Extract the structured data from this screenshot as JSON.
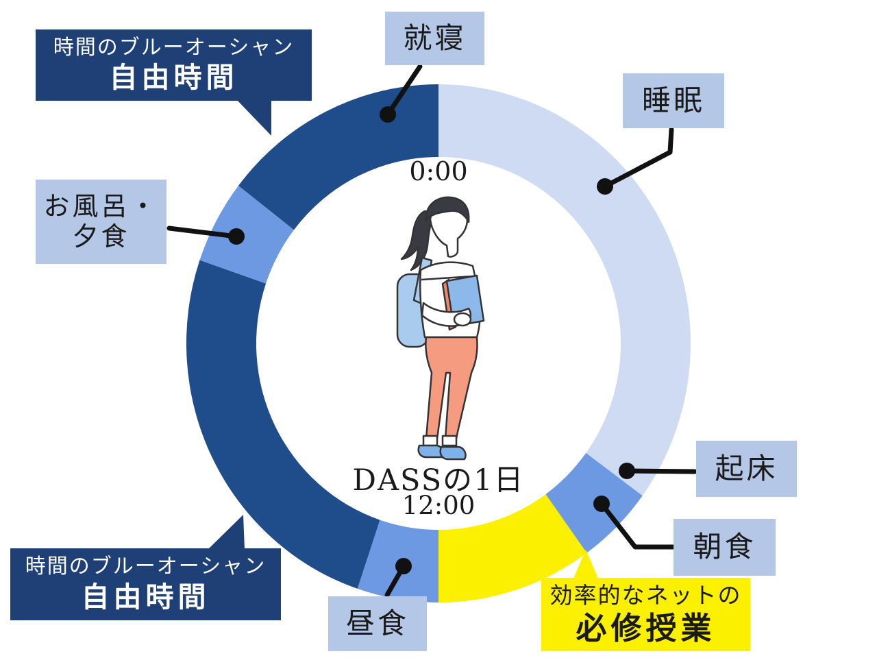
{
  "colors": {
    "label_bg": "#B4C7E7",
    "callout_navy": "#1E4077",
    "callout_yellow": "#FBF000",
    "leader_line": "#111111",
    "segment_navy": "#1F4C8B",
    "segment_medium_blue": "#6D99E2",
    "segment_periwinkle": "#CFDBF3",
    "segment_yellow": "#FBF000"
  },
  "center": {
    "clock_top": "0:00",
    "title": "DASSの1日",
    "clock_bottom": "12:00"
  },
  "labels": {
    "bedtime": "就寝",
    "sleep": "睡眠",
    "wake": "起床",
    "breakfast": "朝食",
    "lunch": "昼食",
    "bath_dinner_line1": "お風呂・",
    "bath_dinner_line2": "夕食",
    "free_time_line1": "時間のブルーオーシャン",
    "free_time_line2": "自由時間",
    "classes_line1": "効率的なネットの",
    "classes_line2": "必修授業"
  },
  "chart_data": {
    "type": "pie",
    "subtype": "donut-24h-clock",
    "title": "DASSの1日",
    "clock_top_label": "0:00",
    "clock_bottom_label": "12:00",
    "orientation": "0:00 at top, hours advance clockwise, 15 degrees per hour",
    "units": "hours (24h)",
    "segments": [
      {
        "id": "sleep",
        "label": "睡眠",
        "start": 0,
        "end": 8.4,
        "hours": 8.4,
        "color": "#CFDBF3"
      },
      {
        "id": "wake-breakfast",
        "label": "起床・朝食",
        "start": 8.4,
        "end": 9.6,
        "hours": 1.2,
        "color": "#6D99E2"
      },
      {
        "id": "online-classes",
        "label": "効率的なネットの必修授業",
        "start": 9.6,
        "end": 12,
        "hours": 2.4,
        "color": "#FBF000"
      },
      {
        "id": "lunch",
        "label": "昼食",
        "start": 12,
        "end": 13.25,
        "hours": 1.25,
        "color": "#6D99E2"
      },
      {
        "id": "free-time-afternoon",
        "label": "時間のブルーオーシャン 自由時間",
        "start": 13.25,
        "end": 19.25,
        "hours": 6,
        "color": "#1F4C8B"
      },
      {
        "id": "bath-dinner",
        "label": "お風呂・夕食",
        "start": 19.25,
        "end": 20.5,
        "hours": 1.25,
        "color": "#6D99E2"
      },
      {
        "id": "free-time-evening",
        "label": "時間のブルーオーシャン 自由時間",
        "start": 20.5,
        "end": 24,
        "hours": 3.5,
        "color": "#1F4C8B"
      }
    ],
    "annotations": [
      {
        "label": "就寝",
        "points_to_hour": 23.2
      },
      {
        "label": "睡眠",
        "points_to_hour": 3.1
      },
      {
        "label": "起床",
        "points_to_hour": 8.4
      },
      {
        "label": "朝食",
        "points_to_hour": 9.0
      },
      {
        "label": "昼食",
        "points_to_hour": 12.6
      },
      {
        "label": "お風呂・夕食",
        "points_to_hour": 19.9
      }
    ]
  }
}
